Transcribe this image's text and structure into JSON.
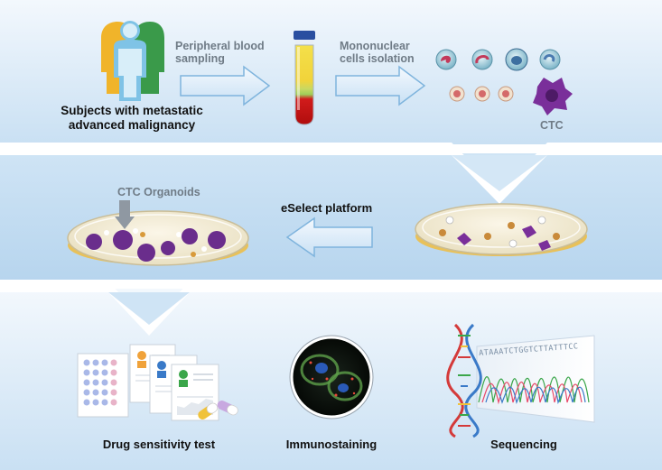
{
  "row1": {
    "subjects_label_line1": "Subjects with metastatic",
    "subjects_label_line2": "advanced malignancy",
    "blood_label_line1": "Peripheral blood",
    "blood_label_line2": "sampling",
    "isolation_label_line1": "Mononuclear",
    "isolation_label_line2": "cells isolation",
    "ctc_label": "CTC"
  },
  "row2": {
    "organoids_label": "CTC Organoids",
    "platform_label": "eSelect platform"
  },
  "row3": {
    "drug_label": "Drug sensitivity test",
    "immuno_label": "Immunostaining",
    "sequencing_label": "Sequencing",
    "sequence_text": "ATAAATCTGGTCTTATTTCC"
  },
  "colors": {
    "band_light": "#e6f1fb",
    "band_mid": "#c2dcf1",
    "arrow_fill": "#dcecf9",
    "arrow_stroke": "#7fb4dd",
    "purple": "#6a2d8c"
  }
}
